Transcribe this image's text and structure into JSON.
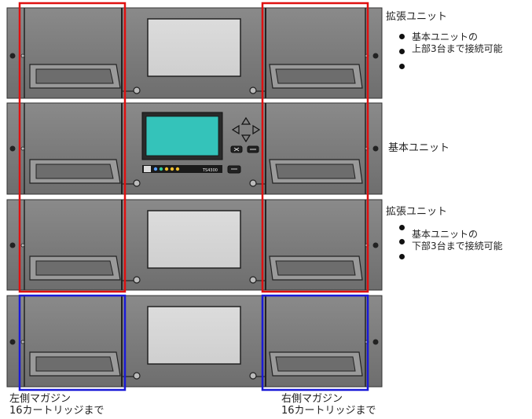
{
  "units": [
    {
      "type": "expansion",
      "label": "拡張ユニット",
      "notes": [
        "基本ユニットの",
        "上部3台まで接続可能"
      ]
    },
    {
      "type": "base",
      "label": "基本ユニット",
      "model": "TS4300"
    },
    {
      "type": "expansion",
      "label": "拡張ユニット",
      "notes": [
        "基本ユニットの",
        "下部3台まで接続可能"
      ]
    },
    {
      "type": "expansion",
      "label": "",
      "notes": []
    }
  ],
  "magazines": {
    "left": {
      "name": "左側マガジン",
      "capacity": "16カートリッジまで"
    },
    "right": {
      "name": "右側マガジン",
      "capacity": "16カートリッジまで"
    }
  },
  "colors": {
    "chassis": "#7b7b7b",
    "chassis_border": "#3a3a3a",
    "window": "#d7d7d7",
    "lcd": "#34c3ba",
    "red_outline": "#e01010",
    "blue_outline": "#1a1ad8"
  }
}
